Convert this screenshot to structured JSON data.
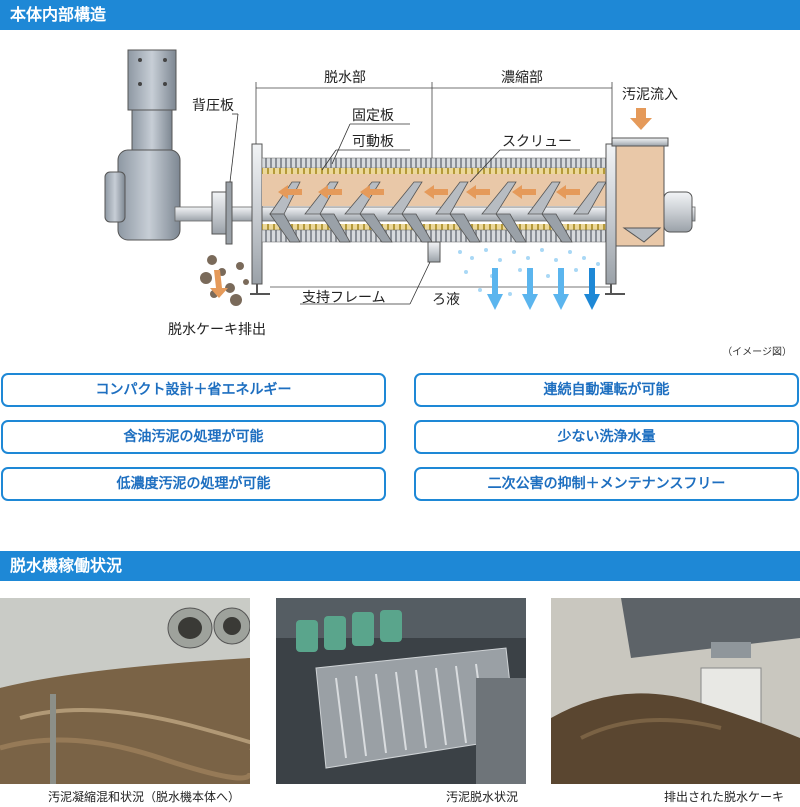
{
  "sections": {
    "internal_structure": "本体内部構造",
    "operation_status": "脱水機稼働状況"
  },
  "diagram": {
    "labels": {
      "dewatering_section": "脱水部",
      "thickening_section": "濃縮部",
      "sludge_inflow": "汚泥流入",
      "back_pressure_plate": "背圧板",
      "fixed_plate": "固定板",
      "moving_plate": "可動板",
      "screw": "スクリュー",
      "support_frame": "支持フレーム",
      "filtrate": "ろ液",
      "cake_discharge": "脱水ケーキ排出"
    },
    "note": "（イメージ図）"
  },
  "features": [
    "コンパクト設計＋省エネルギー",
    "連続自動運転が可能",
    "含油汚泥の処理が可能",
    "少ない洗浄水量",
    "低濃度汚泥の処理が可能",
    "二次公害の抑制＋メンテナンスフリー"
  ],
  "photos": [
    {
      "caption": "汚泥凝縮混和状況（脱水機本体へ）"
    },
    {
      "caption": "汚泥脱水状況"
    },
    {
      "caption": "排出された脱水ケーキ"
    }
  ],
  "colors": {
    "accent": "#1e88d6",
    "feature_text": "#1e6fc0",
    "sludge": "#e9c8a8",
    "arrow": "#e59a5a",
    "filtrate": "#7cc4f0"
  }
}
